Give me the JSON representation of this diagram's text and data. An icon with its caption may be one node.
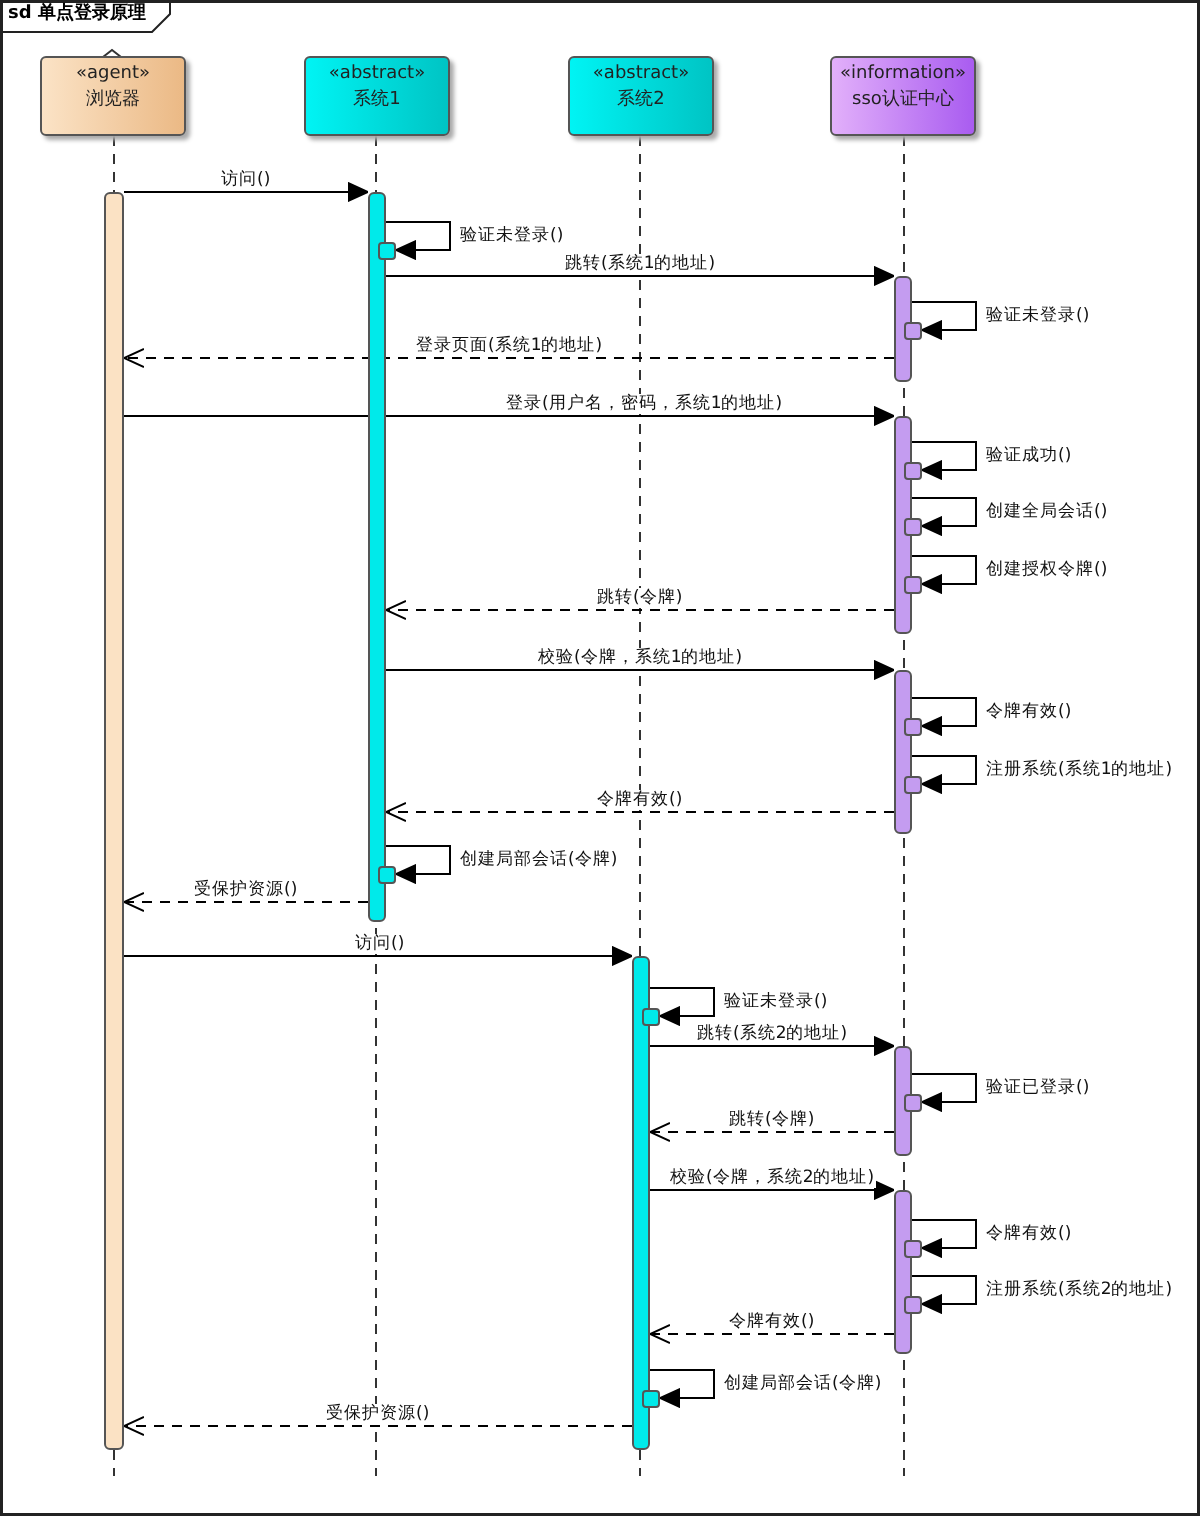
{
  "diagram": {
    "title": "sd 单点登录原理",
    "nodes": [
      {
        "text": [
          "«agent»",
          "浏览器"
        ]
      },
      {
        "text": [
          "«abstract»",
          "系统1"
        ]
      },
      {
        "text": [
          "«abstract»",
          "系统2"
        ]
      },
      {
        "text": [
          "«information»",
          "sso认证中心"
        ]
      },
      {
        "text": [],
        "shape": "bar"
      },
      {
        "text": [],
        "shape": "bar"
      },
      {
        "text": [],
        "shape": "bar"
      },
      {
        "text": [],
        "shape": "bar"
      },
      {
        "text": [],
        "shape": "bar"
      },
      {
        "text": [],
        "shape": "bar"
      },
      {
        "text": [],
        "shape": "bar"
      },
      {
        "text": [],
        "shape": "bar"
      }
    ],
    "edges": [
      {
        "from": 4,
        "to": 5,
        "arrow": "to",
        "label": "访问()"
      },
      {
        "from": 5,
        "to": 5,
        "arrow": "to",
        "label": "验证未登录()"
      },
      {
        "from": 5,
        "to": 7,
        "arrow": "to",
        "label": "跳转(系统1的地址)"
      },
      {
        "from": 7,
        "to": 7,
        "arrow": "to",
        "label": "验证未登录()"
      },
      {
        "from": 7,
        "to": 4,
        "arrow": "to",
        "label": "登录页面(系统1的地址)",
        "style": "dashed"
      },
      {
        "from": 4,
        "to": 8,
        "arrow": "to",
        "label": "登录(用户名，密码，系统1的地址)"
      },
      {
        "from": 8,
        "to": 8,
        "arrow": "to",
        "label": "验证成功()"
      },
      {
        "from": 8,
        "to": 8,
        "arrow": "to",
        "label": "创建全局会话()"
      },
      {
        "from": 8,
        "to": 8,
        "arrow": "to",
        "label": "创建授权令牌()"
      },
      {
        "from": 8,
        "to": 5,
        "arrow": "to",
        "label": "跳转(令牌)",
        "style": "dashed"
      },
      {
        "from": 5,
        "to": 9,
        "arrow": "to",
        "label": "校验(令牌，系统1的地址)"
      },
      {
        "from": 9,
        "to": 9,
        "arrow": "to",
        "label": "令牌有效()"
      },
      {
        "from": 9,
        "to": 9,
        "arrow": "to",
        "label": "注册系统(系统1的地址)"
      },
      {
        "from": 9,
        "to": 5,
        "arrow": "to",
        "label": "令牌有效()",
        "style": "dashed"
      },
      {
        "from": 5,
        "to": 5,
        "arrow": "to",
        "label": "创建局部会话(令牌)"
      },
      {
        "from": 5,
        "to": 4,
        "arrow": "to",
        "label": "受保护资源()",
        "style": "dashed"
      },
      {
        "from": 4,
        "to": 6,
        "arrow": "to",
        "label": "访问()"
      },
      {
        "from": 6,
        "to": 6,
        "arrow": "to",
        "label": "验证未登录()"
      },
      {
        "from": 6,
        "to": 10,
        "arrow": "to",
        "label": "跳转(系统2的地址)"
      },
      {
        "from": 10,
        "to": 10,
        "arrow": "to",
        "label": "验证已登录()"
      },
      {
        "from": 10,
        "to": 6,
        "arrow": "to",
        "label": "跳转(令牌)",
        "style": "dashed"
      },
      {
        "from": 6,
        "to": 11,
        "arrow": "to",
        "label": "校验(令牌，系统2的地址)"
      },
      {
        "from": 11,
        "to": 11,
        "arrow": "to",
        "label": "令牌有效()"
      },
      {
        "from": 11,
        "to": 11,
        "arrow": "to",
        "label": "注册系统(系统2的地址)"
      },
      {
        "from": 11,
        "to": 6,
        "arrow": "to",
        "label": "令牌有效()",
        "style": "dashed"
      },
      {
        "from": 6,
        "to": 6,
        "arrow": "to",
        "label": "创建局部会话(令牌)"
      },
      {
        "from": 6,
        "to": 4,
        "arrow": "to",
        "label": "受保护资源()",
        "style": "dashed"
      }
    ]
  }
}
